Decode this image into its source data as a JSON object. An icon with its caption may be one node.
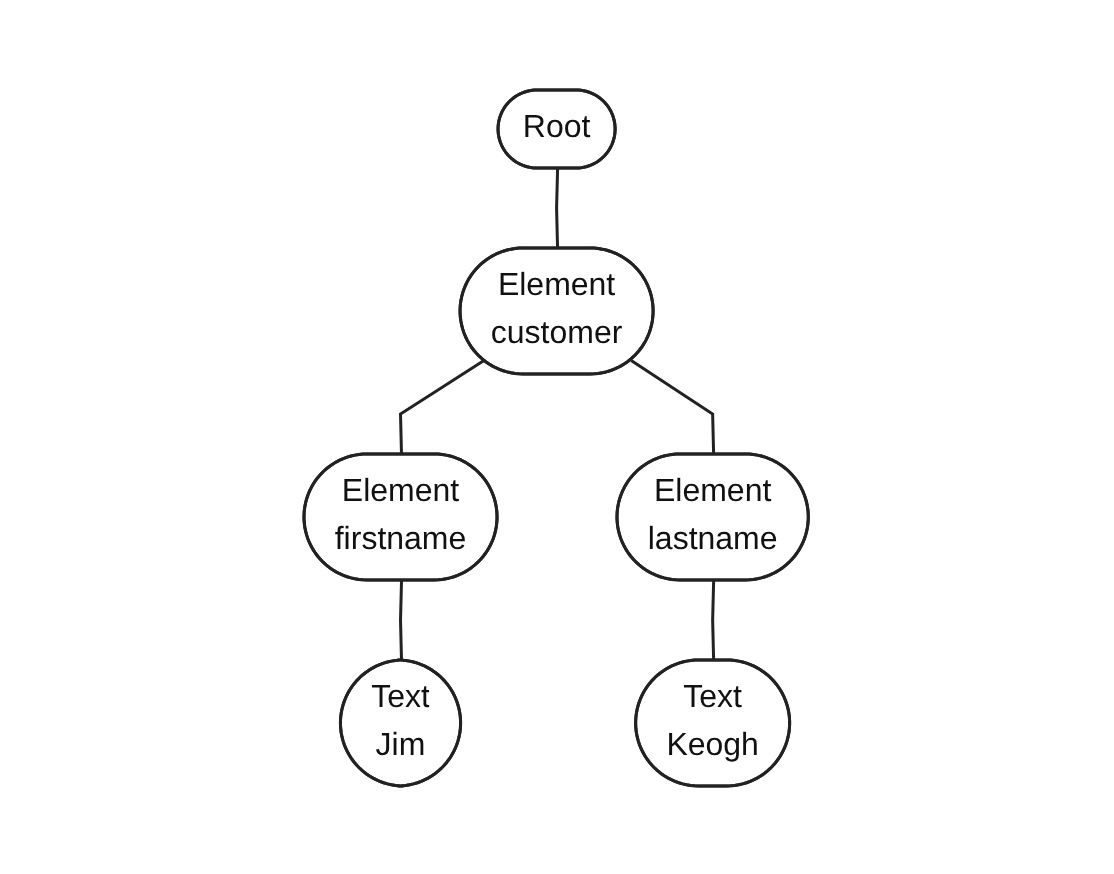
{
  "diagram": {
    "nodes": [
      {
        "text": [
          "Root"
        ]
      },
      {
        "text": [
          "Element",
          "customer"
        ]
      },
      {
        "text": [
          "Element",
          "firstname"
        ]
      },
      {
        "text": [
          "Element",
          "lastname"
        ]
      },
      {
        "text": [
          "Text",
          "Jim"
        ]
      },
      {
        "text": [
          "Text",
          "Keogh"
        ]
      }
    ],
    "edges": [
      {
        "from": 0,
        "to": 1,
        "arrow": "none"
      },
      {
        "from": 1,
        "to": 2,
        "arrow": "none"
      },
      {
        "from": 1,
        "to": 3,
        "arrow": "none"
      },
      {
        "from": 2,
        "to": 4,
        "arrow": "none"
      },
      {
        "from": 3,
        "to": 5,
        "arrow": "none"
      }
    ]
  }
}
